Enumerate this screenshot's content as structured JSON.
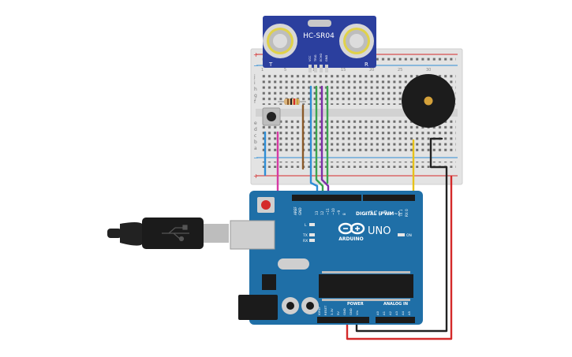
{
  "sensor": {
    "model": "HC-SR04",
    "left_mark": "T",
    "right_mark": "R",
    "pins": [
      "VCC",
      "TRIG",
      "ECHO",
      "GND"
    ]
  },
  "board": {
    "logo_text": "ARDUINO",
    "model": "UNO",
    "digital_label": "DIGITAL (PWM~)",
    "power_label": "POWER",
    "analog_label": "ANALOG IN",
    "on_label": "ON",
    "tx_label": "TX",
    "rx_label": "RX",
    "l_label": "L",
    "top_pins": [
      "AREF",
      "GND",
      "13",
      "12",
      "~11",
      "~10",
      "~9",
      "8",
      "7",
      "~6",
      "~5",
      "4",
      "~3",
      "2",
      "TX 1",
      "RX 0"
    ],
    "power_pins": [
      "IOREF",
      "RESET",
      "3.3V",
      "5V",
      "GND",
      "GND",
      "Vin"
    ],
    "analog_pins": [
      "A0",
      "A1",
      "A2",
      "A3",
      "A4",
      "A5"
    ]
  },
  "breadboard": {
    "row_letters_top": [
      "j",
      "i",
      "h",
      "g",
      "f"
    ],
    "row_letters_bottom": [
      "e",
      "d",
      "c",
      "b",
      "a"
    ],
    "column_numbers": [
      "1",
      "5",
      "10",
      "15",
      "20",
      "25",
      "30"
    ]
  },
  "colors": {
    "breadboard": "#e3e3e3",
    "arduino": "#1f6fa7",
    "sensor": "#2b3f9e",
    "wire_pink": "#d63aa3",
    "wire_blue": "#2f8ed6",
    "wire_brown": "#8a5a2b",
    "wire_green": "#3aa34f",
    "wire_purple": "#7d2fa8",
    "wire_yellow": "#e6c21a",
    "wire_black": "#222222",
    "wire_red": "#d42a2a"
  }
}
